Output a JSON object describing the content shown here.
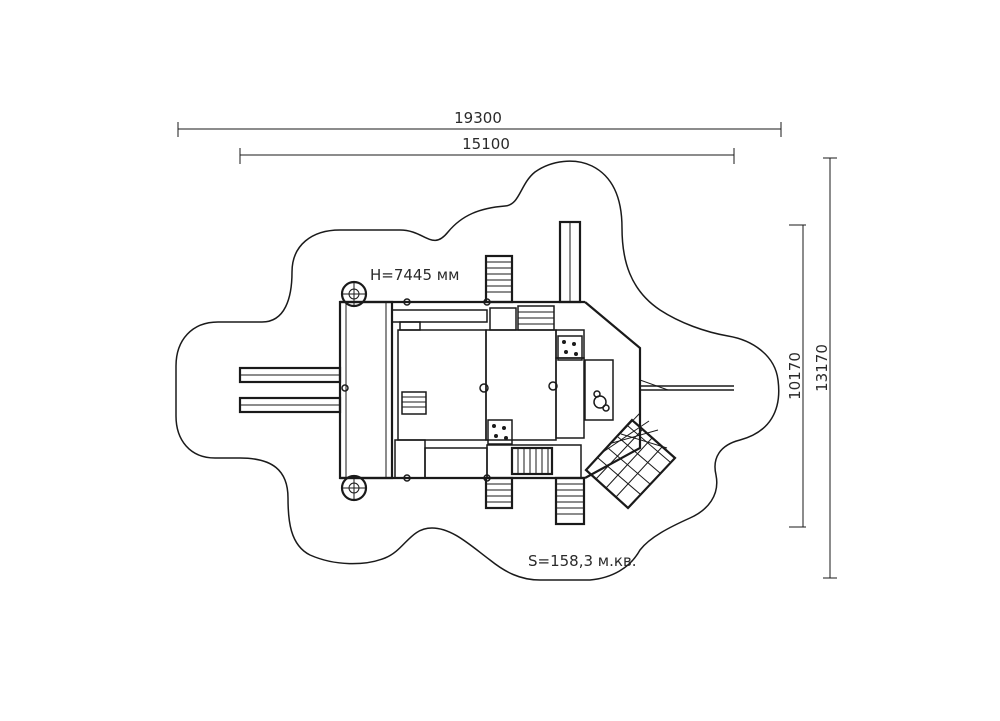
{
  "dimensions": {
    "overall_width": "19300",
    "structure_width": "15100",
    "structure_depth": "10170",
    "overall_depth": "13170"
  },
  "labels": {
    "height": "H=7445 мм",
    "area": "S=158,3 м.кв."
  }
}
